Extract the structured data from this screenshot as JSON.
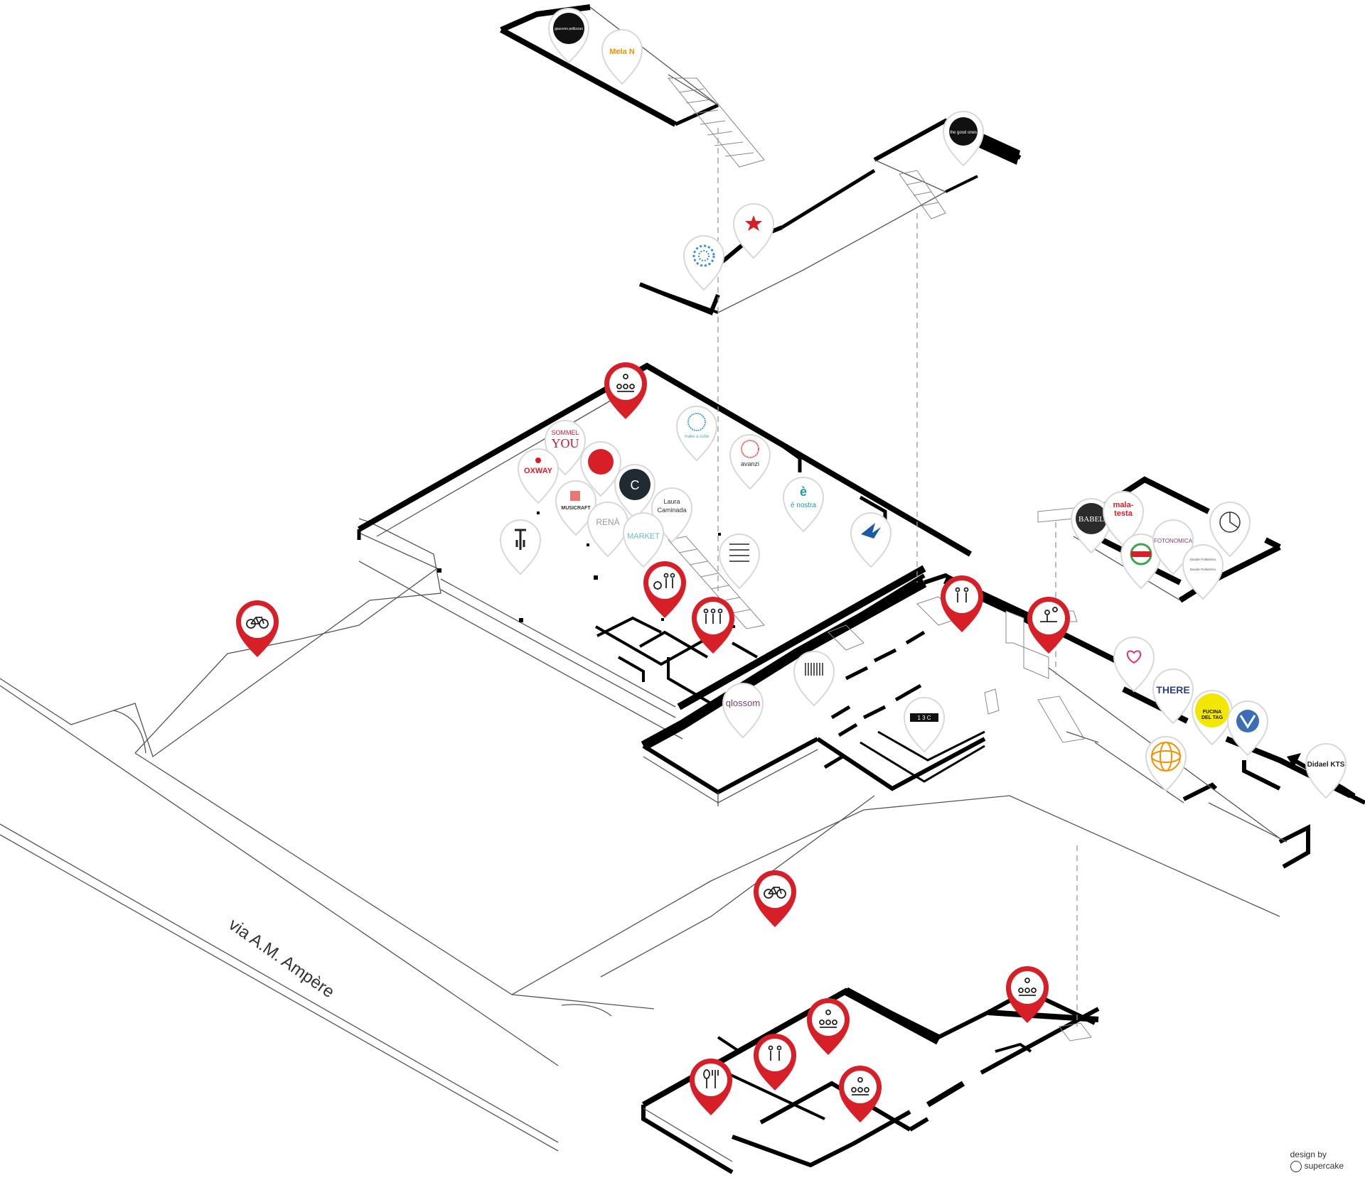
{
  "street_label": "via A.M. Ampère",
  "credit": {
    "line1": "design by",
    "line2": "supercake"
  },
  "tenants": {
    "giacomo": "giacomo pellizzari",
    "mela": "Mela N",
    "goodones": "the good ones",
    "makeacube": "make a cube",
    "avanzi": "avanzi",
    "nostra": "è nostra",
    "sommelyou_1": "SOMMEL",
    "sommelyou_2": "YOU",
    "oxway": "OXWAY",
    "musicraft": "MUSICRAFT",
    "rena": "RENÀ",
    "laura_1": "Laura",
    "laura_2": "Caminada",
    "market": "MARKET",
    "blossom": "qlossom",
    "kts": "Didael KTS",
    "there": "THERE",
    "fucina_1": "FUCINA",
    "fucina_2": "DEL TAG",
    "babel": "BABEL",
    "malatesta_1": "mala-",
    "malatesta_2": "testa",
    "fotonomica": "FOTONOMICA",
    "dp_1": "Davide Pollastrino",
    "dp_2": "Davide Pollastrino",
    "letters": "1 3 C"
  },
  "amenity_icons": [
    "meeting-room-icon",
    "restroom-icon",
    "accessible-restroom-icon",
    "reception-icon",
    "bicycle-parking-icon",
    "restaurant-icon"
  ],
  "colors": {
    "amenity_red": "#d61f26",
    "wall": "#000000",
    "pin_border": "#d8d8d8"
  }
}
